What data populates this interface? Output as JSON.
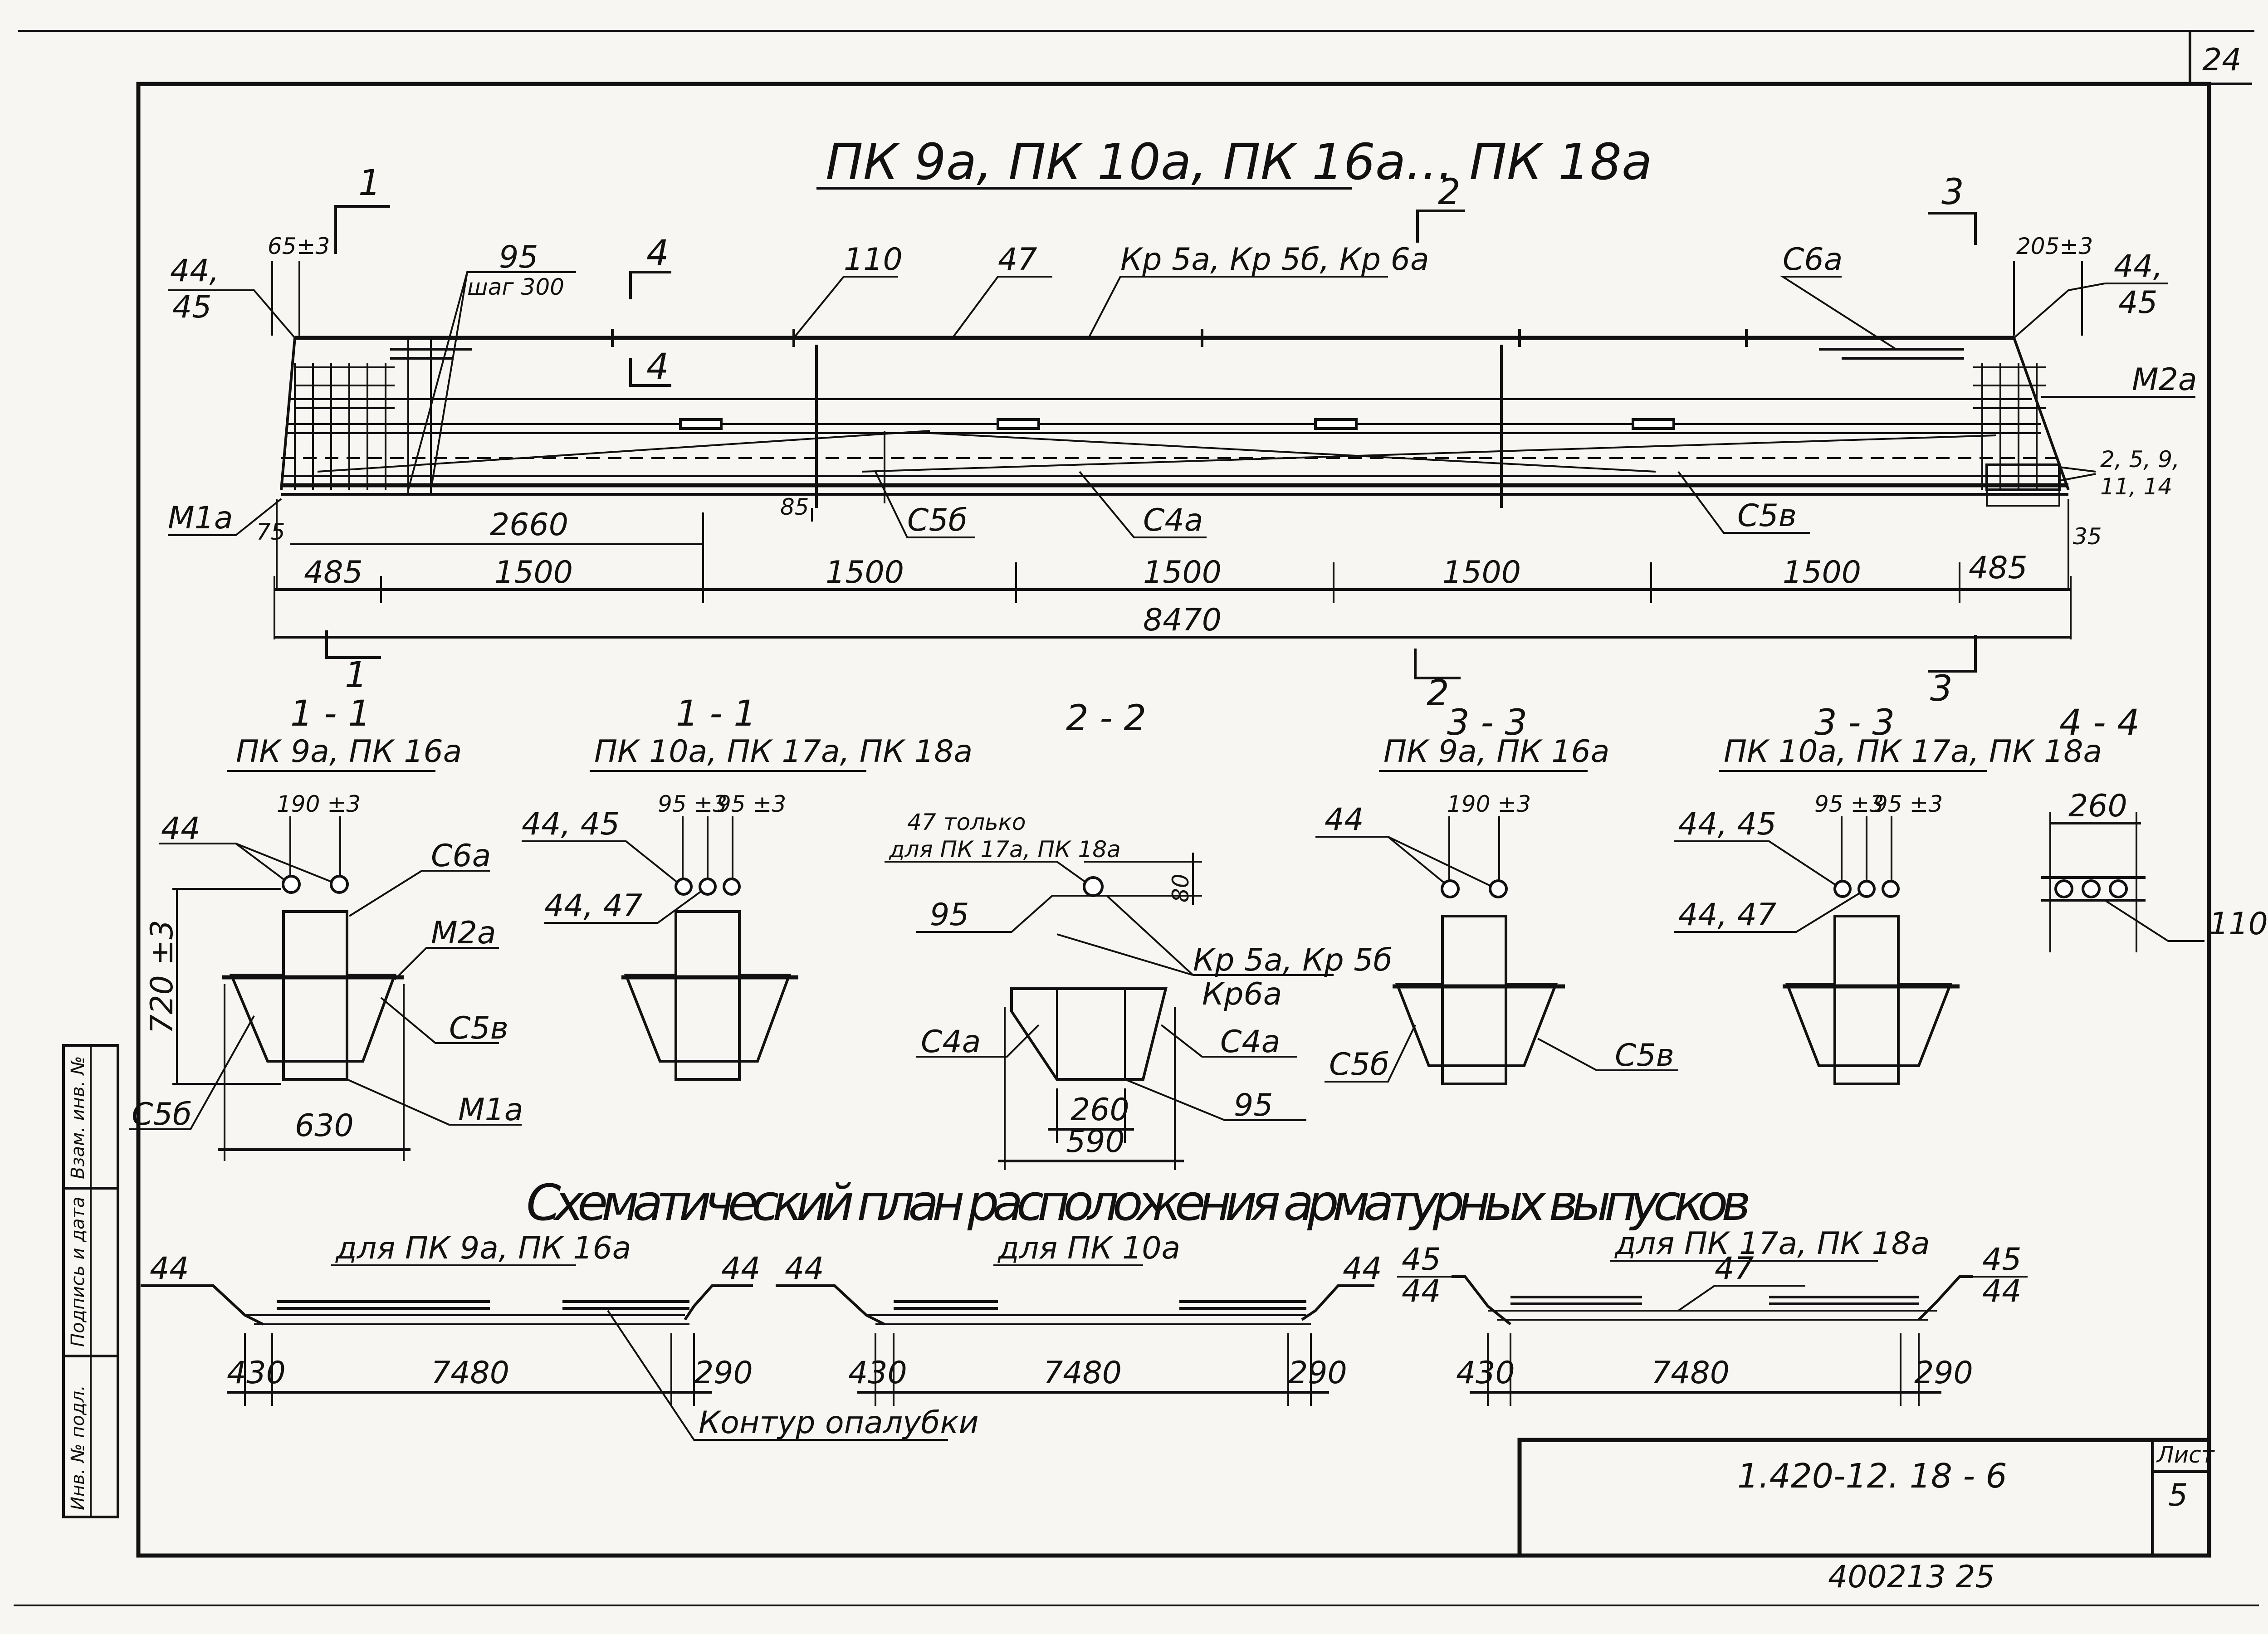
{
  "sheet_number_corner": "24",
  "main_title": "ПК 9а, ПК 10а, ПК 16а... ПК 18а",
  "section_marks": {
    "s1": "1",
    "s2": "2",
    "s3": "3",
    "s4": "4"
  },
  "elevation": {
    "left_bars": "44,\n45",
    "left_bars_a": "44,",
    "left_bars_b": "45",
    "right_bars_a": "44,",
    "right_bars_b": "45",
    "cover_left": "65±3",
    "cover_right": "205±3",
    "stirrups": "95",
    "stirrup_step": "шаг 300",
    "top_110": "110",
    "top_47": "47",
    "cages": "Кр 5а, Кр 5б, Кр 6а",
    "c6a": "С6а",
    "m2a": "М2а",
    "right_bars_list_a": "2, 5, 9,",
    "right_bars_list_b": "11, 14",
    "m1a": "М1а",
    "d75": "75",
    "d2660": "2660",
    "d85": "85",
    "c5b_soft": "С5б",
    "c4a": "С4а",
    "c5v": "С5в",
    "d35": "35",
    "dims": [
      "485",
      "1500",
      "1500",
      "1500",
      "1500",
      "1500",
      "485"
    ],
    "total": "8470"
  },
  "sections": {
    "s11a": {
      "title": "1 - 1",
      "sub": "ПК 9а, ПК 16а",
      "l44": "44",
      "d190": "190 ±3",
      "c6a": "С6а",
      "d720": "720 ±3",
      "m2a": "М2а",
      "c5v": "С5в",
      "c5b": "С5б",
      "m1a": "М1а",
      "d630": "630"
    },
    "s11b": {
      "title": "1 - 1",
      "sub": "ПК 10а, ПК 17а, ПК 18а",
      "l4445": "44, 45",
      "l4447": "44, 47",
      "d95a": "95 ±3",
      "d95b": "95 ±3"
    },
    "s22": {
      "title": "2 - 2",
      "only47a": "47 только",
      "only47b": "для ПК 17а, ПК 18а",
      "d80": "80",
      "l95": "95",
      "kp": "Кр 5а, Кр 5б",
      "kp2": "Кр6а",
      "c4a_l": "С4а",
      "c4a_r": "С4а",
      "d260": "260",
      "l95b": "95",
      "d590": "590"
    },
    "s33a": {
      "title": "3 - 3",
      "sub": "ПК 9а, ПК 16а",
      "l44": "44",
      "d190": "190 ±3",
      "c5b": "С5б",
      "c5v": "С5в"
    },
    "s33b": {
      "title": "3 - 3",
      "sub": "ПК 10а, ПК 17а, ПК 18а",
      "l4445": "44, 45",
      "l4447": "44, 47",
      "d95a": "95 ±3",
      "d95b": "95 ±3"
    },
    "s44": {
      "title": "4 - 4",
      "d260": "260",
      "l110": "110"
    }
  },
  "plan": {
    "title": "Схематический план расположения арматурных выпусков",
    "p1": {
      "sub": "для ПК 9а, ПК 16а",
      "l": "44",
      "r": "44",
      "dl": "430",
      "dm": "7480",
      "dr": "290"
    },
    "p2": {
      "sub": "для ПК 10а",
      "l": "44",
      "r": "44",
      "dl": "430",
      "dm": "7480",
      "dr": "290"
    },
    "p3": {
      "sub": "для ПК 17а, ПК 18а",
      "la": "45",
      "lb": "44",
      "ra": "45",
      "rb": "44",
      "m": "47",
      "dl": "430",
      "dm": "7480",
      "dr": "290"
    },
    "formwork": "Контур опалубки"
  },
  "stamp": {
    "doc_code": "1.420-12. 18 - 6",
    "sheet_label": "Лист",
    "sheet_no": "5"
  },
  "side_strip": [
    "Инв. № подл.",
    "Подпись и дата",
    "Взам. инв. №"
  ],
  "bottom_note": "400213  25"
}
